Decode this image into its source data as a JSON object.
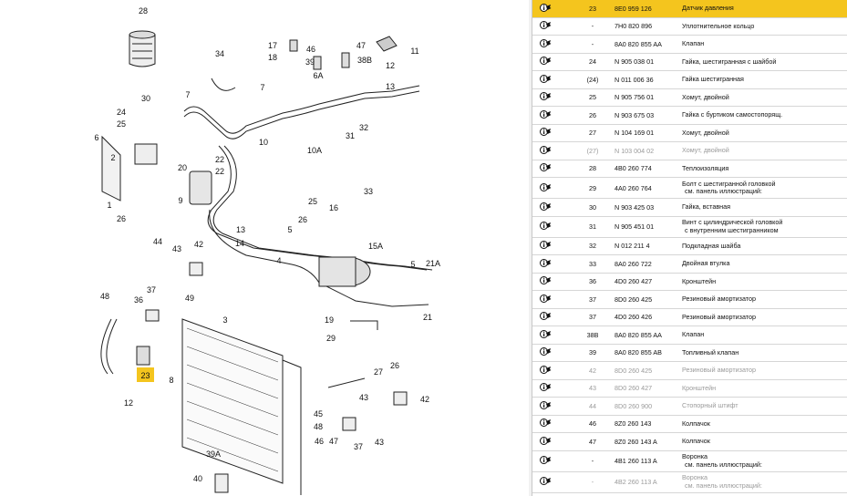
{
  "diagram": {
    "callouts": [
      "28",
      "17",
      "18",
      "46",
      "39",
      "47",
      "38B",
      "11",
      "12",
      "13",
      "6A",
      "34",
      "7",
      "7",
      "30",
      "24",
      "25",
      "6",
      "2",
      "22",
      "22",
      "20",
      "9",
      "10",
      "31",
      "32",
      "10A",
      "1",
      "26",
      "33",
      "25",
      "16",
      "26",
      "5",
      "14",
      "13",
      "15A",
      "5",
      "21A",
      "21",
      "4",
      "44",
      "43",
      "42",
      "48",
      "36",
      "37",
      "49",
      "3",
      "19",
      "29",
      "23",
      "12",
      "27",
      "26",
      "8",
      "45",
      "40",
      "39A",
      "42",
      "43",
      "48",
      "46",
      "47",
      "37",
      "43"
    ],
    "highlighted_callout": "23"
  },
  "parts": [
    {
      "pos": "23",
      "number": "8E0 959 126",
      "desc": "Датчик давления",
      "desc2": "",
      "selected": true,
      "grey": false
    },
    {
      "pos": "-",
      "number": "7H0 820 896",
      "desc": "Уплотнительное кольцо",
      "desc2": "",
      "selected": false,
      "grey": false
    },
    {
      "pos": "-",
      "number": "8A0 820 855 AA",
      "desc": "Клапан",
      "desc2": "",
      "selected": false,
      "grey": false
    },
    {
      "pos": "24",
      "number": "N 905 038 01",
      "desc": "Гайка, шестигранная с шайбой",
      "desc2": "",
      "selected": false,
      "grey": false
    },
    {
      "pos": "(24)",
      "number": "N 011 006 36",
      "desc": "Гайка шестигранная",
      "desc2": "",
      "selected": false,
      "grey": false
    },
    {
      "pos": "25",
      "number": "N 905 756 01",
      "desc": "Хомут, двойной",
      "desc2": "",
      "selected": false,
      "grey": false
    },
    {
      "pos": "26",
      "number": "N 903 675 03",
      "desc": "Гайка с буртиком самостопорящ.",
      "desc2": "",
      "selected": false,
      "grey": false
    },
    {
      "pos": "27",
      "number": "N 104 169 01",
      "desc": "Хомут, двойной",
      "desc2": "",
      "selected": false,
      "grey": false
    },
    {
      "pos": "(27)",
      "number": "N 103 004 02",
      "desc": "Хомут, двойной",
      "desc2": "",
      "selected": false,
      "grey": true
    },
    {
      "pos": "28",
      "number": "4B0 260 774",
      "desc": "Теплоизоляция",
      "desc2": "",
      "selected": false,
      "grey": false
    },
    {
      "pos": "29",
      "number": "4A0 260 764",
      "desc": "Болт с шестигранной головкой",
      "desc2": "см. панель иллюстраций:",
      "selected": false,
      "grey": false
    },
    {
      "pos": "30",
      "number": "N 903 425 03",
      "desc": "Гайка, вставная",
      "desc2": "",
      "selected": false,
      "grey": false
    },
    {
      "pos": "31",
      "number": "N 905 451 01",
      "desc": "Винт с цилиндрической головкой",
      "desc2": "с внутренним шестигранником",
      "selected": false,
      "grey": false
    },
    {
      "pos": "32",
      "number": "N 012 211 4",
      "desc": "Подкладная шайба",
      "desc2": "",
      "selected": false,
      "grey": false
    },
    {
      "pos": "33",
      "number": "8A0 260 722",
      "desc": "Двойная втулка",
      "desc2": "",
      "selected": false,
      "grey": false
    },
    {
      "pos": "36",
      "number": "4D0 260 427",
      "desc": "Кронштейн",
      "desc2": "",
      "selected": false,
      "grey": false
    },
    {
      "pos": "37",
      "number": "8D0 260 425",
      "desc": "Резиновый амортизатор",
      "desc2": "",
      "selected": false,
      "grey": false
    },
    {
      "pos": "37",
      "number": "4D0 260 426",
      "desc": "Резиновый амортизатор",
      "desc2": "",
      "selected": false,
      "grey": false
    },
    {
      "pos": "38B",
      "number": "8A0 820 855 AA",
      "desc": "Клапан",
      "desc2": "",
      "selected": false,
      "grey": false
    },
    {
      "pos": "39",
      "number": "8A0 820 855 AB",
      "desc": "Топливный клапан",
      "desc2": "",
      "selected": false,
      "grey": false
    },
    {
      "pos": "42",
      "number": "8D0 260 425",
      "desc": "Резиновый амортизатор",
      "desc2": "",
      "selected": false,
      "grey": true
    },
    {
      "pos": "43",
      "number": "8D0 260 427",
      "desc": "Кронштейн",
      "desc2": "",
      "selected": false,
      "grey": true
    },
    {
      "pos": "44",
      "number": "8D0 260 900",
      "desc": "Стопорный штифт",
      "desc2": "",
      "selected": false,
      "grey": true
    },
    {
      "pos": "46",
      "number": "8Z0 260 143",
      "desc": "Колпачок",
      "desc2": "",
      "selected": false,
      "grey": false
    },
    {
      "pos": "47",
      "number": "8Z0 260 143 A",
      "desc": "Колпачок",
      "desc2": "",
      "selected": false,
      "grey": false
    },
    {
      "pos": "-",
      "number": "4B1 260 113 A",
      "desc": "Воронка",
      "desc2": "см. панель иллюстраций:",
      "selected": false,
      "grey": false
    },
    {
      "pos": "-",
      "number": "4B2 260 113 A",
      "desc": "Воронка",
      "desc2": "см. панель иллюстраций:",
      "selected": false,
      "grey": true
    }
  ],
  "colors": {
    "selected_row": "#f4c51e",
    "grey_text": "#9a9a9a",
    "highlight_callout": "#f4c51e"
  },
  "row_icon": "info-pointer-icon"
}
